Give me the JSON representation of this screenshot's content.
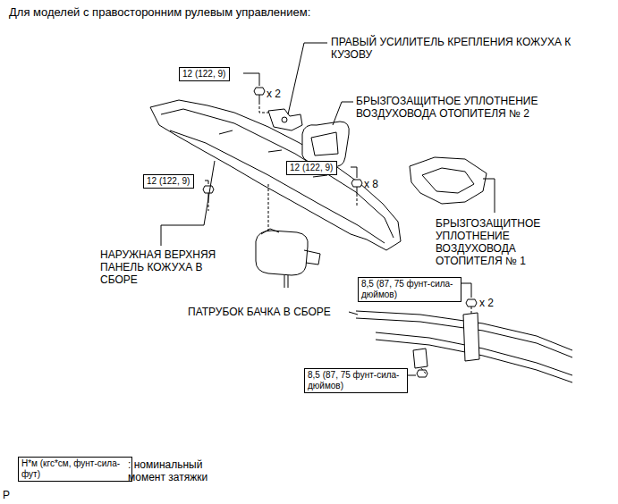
{
  "diagram": {
    "title": "Для моделей с правосторонним рулевым управлением:",
    "nodes": [
      {
        "text": [
          "12 (122, 9)"
        ]
      },
      {
        "text": [
          "12 (122, 9)"
        ]
      },
      {
        "text": [
          "12 (122, 9)"
        ]
      },
      {
        "text": [
          "8,5 (87, 75 фунт-сила-дюймов)"
        ]
      },
      {
        "text": [
          "8,5 (87, 75 фунт-сила-дюймов)"
        ]
      },
      {
        "text": [
          "Н*м (кгс*см, фунт-сила-фут)"
        ]
      }
    ],
    "labels": [
      "ПРАВЫЙ УСИЛИТЕЛЬ КРЕПЛЕНИЯ КОЖУХА К КУЗОВУ",
      "БРЫЗГОЗАЩИТНОЕ УПЛОТНЕНИЕ ВОЗДУХОВОДА ОТОПИТЕЛЯ № 2",
      "x 2",
      "x 8",
      "БРЫЗГОЗАЩИТНОЕ УПЛОТНЕНИЕ ВОЗДУХОВОДА ОТОПИТЕЛЯ № 1",
      "НАРУЖНАЯ ВЕРХНЯЯ ПАНЕЛЬ КОЖУХА В СБОРЕ",
      "ПАТРУБОК БАЧКА В СБОРЕ",
      "x 2",
      ": номинальный момент затяжки",
      "P"
    ]
  }
}
